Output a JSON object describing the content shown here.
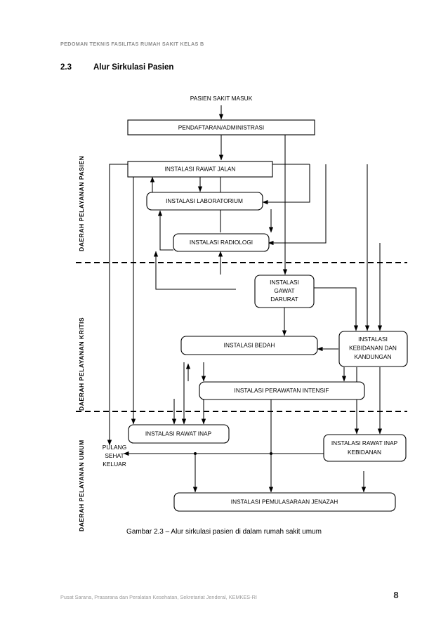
{
  "document": {
    "running_head": "PEDOMAN TEKNIS FASILITAS RUMAH SAKIT KELAS B",
    "footer_note": "Pusat Sarana, Prasarana dan Peralatan Kesehatan, Sekretariat Jenderal, KEMKES-RI",
    "page_number": "8"
  },
  "section": {
    "number": "2.3",
    "title": "Alur Sirkulasi Pasien"
  },
  "figure": {
    "caption": "Gambar 2.3 – Alur sirkulasi pasien di dalam rumah sakit umum",
    "entry_label": "PASIEN SAKIT MASUK",
    "exit_label_line1": "PULANG",
    "exit_label_line2": "SEHAT",
    "exit_label_line3": "KELUAR",
    "bands": [
      {
        "id": "band-pelayanan-pasien",
        "label": "DAERAH PELAYANAN PASIEN"
      },
      {
        "id": "band-pelayanan-kritis",
        "label": "DAERAH PELAYANAN KRITIS"
      },
      {
        "id": "band-pelayanan-umum",
        "label": "DAERAH PELAYANAN UMUM"
      }
    ],
    "nodes": [
      {
        "id": "pendaftaran",
        "lines": [
          "PENDAFTARAN/ADMINISTRASI"
        ]
      },
      {
        "id": "rawat-jalan",
        "lines": [
          "INSTALASI RAWAT JALAN"
        ]
      },
      {
        "id": "laboratorium",
        "lines": [
          "INSTALASI LABORATORIUM"
        ]
      },
      {
        "id": "radiologi",
        "lines": [
          "INSTALASI RADIOLOGI"
        ]
      },
      {
        "id": "gawat-darurat",
        "lines": [
          "INSTALASI",
          "GAWAT",
          "DARURAT"
        ]
      },
      {
        "id": "bedah",
        "lines": [
          "INSTALASI BEDAH"
        ]
      },
      {
        "id": "kebidanan",
        "lines": [
          "INSTALASI",
          "KEBIDANAN DAN",
          "KANDUNGAN"
        ]
      },
      {
        "id": "perawatan-intensif",
        "lines": [
          "INSTALASI PERAWATAN INTENSIF"
        ]
      },
      {
        "id": "rawat-inap",
        "lines": [
          "INSTALASI RAWAT INAP"
        ]
      },
      {
        "id": "rawat-inap-kebidanan",
        "lines": [
          "INSTALASI RAWAT INAP",
          "KEBIDANAN"
        ]
      },
      {
        "id": "pemulasaraan-jenazah",
        "lines": [
          "INSTALASI PEMULASARAAN JENAZAH"
        ]
      }
    ]
  },
  "chart_data": {
    "type": "diagram",
    "title": "Gambar 2.3 – Alur sirkulasi pasien di dalam rumah sakit umum",
    "diagram_kind": "flowchart",
    "swimlanes": [
      "DAERAH PELAYANAN PASIEN",
      "DAERAH PELAYANAN KRITIS",
      "DAERAH PELAYANAN UMUM"
    ],
    "nodes": [
      "PASIEN SAKIT MASUK",
      "PENDAFTARAN/ADMINISTRASI",
      "INSTALASI RAWAT JALAN",
      "INSTALASI LABORATORIUM",
      "INSTALASI RADIOLOGI",
      "INSTALASI GAWAT DARURAT",
      "INSTALASI BEDAH",
      "INSTALASI KEBIDANAN DAN KANDUNGAN",
      "INSTALASI PERAWATAN INTENSIF",
      "INSTALASI RAWAT INAP",
      "INSTALASI RAWAT INAP KEBIDANAN",
      "INSTALASI PEMULASARAAN JENAZAH",
      "PULANG SEHAT KELUAR"
    ],
    "edges": [
      [
        "PASIEN SAKIT MASUK",
        "PENDAFTARAN/ADMINISTRASI"
      ],
      [
        "PENDAFTARAN/ADMINISTRASI",
        "INSTALASI RAWAT JALAN"
      ],
      [
        "PENDAFTARAN/ADMINISTRASI",
        "INSTALASI GAWAT DARURAT"
      ],
      [
        "INSTALASI RAWAT JALAN",
        "INSTALASI LABORATORIUM"
      ],
      [
        "INSTALASI RAWAT JALAN",
        "INSTALASI RADIOLOGI"
      ],
      [
        "INSTALASI RAWAT JALAN",
        "INSTALASI RAWAT INAP"
      ],
      [
        "INSTALASI RAWAT JALAN",
        "PULANG SEHAT KELUAR"
      ],
      [
        "INSTALASI LABORATORIUM",
        "INSTALASI RADIOLOGI"
      ],
      [
        "INSTALASI GAWAT DARURAT",
        "INSTALASI RAWAT JALAN"
      ],
      [
        "INSTALASI GAWAT DARURAT",
        "INSTALASI RADIOLOGI"
      ],
      [
        "INSTALASI GAWAT DARURAT",
        "INSTALASI BEDAH"
      ],
      [
        "INSTALASI GAWAT DARURAT",
        "INSTALASI KEBIDANAN DAN KANDUNGAN"
      ],
      [
        "INSTALASI KEBIDANAN DAN KANDUNGAN",
        "INSTALASI BEDAH"
      ],
      [
        "INSTALASI KEBIDANAN DAN KANDUNGAN",
        "INSTALASI PERAWATAN INTENSIF"
      ],
      [
        "INSTALASI KEBIDANAN DAN KANDUNGAN",
        "INSTALASI RAWAT INAP KEBIDANAN"
      ],
      [
        "INSTALASI BEDAH",
        "INSTALASI PERAWATAN INTENSIF"
      ],
      [
        "INSTALASI PERAWATAN INTENSIF",
        "INSTALASI RAWAT INAP"
      ],
      [
        "INSTALASI PERAWATAN INTENSIF",
        "INSTALASI BEDAH"
      ],
      [
        "INSTALASI PERAWATAN INTENSIF",
        "INSTALASI PEMULASARAAN JENAZAH"
      ],
      [
        "INSTALASI RAWAT INAP",
        "PULANG SEHAT KELUAR"
      ],
      [
        "INSTALASI RAWAT INAP",
        "INSTALASI PEMULASARAAN JENAZAH"
      ],
      [
        "INSTALASI RAWAT INAP KEBIDANAN",
        "PULANG SEHAT KELUAR"
      ],
      [
        "INSTALASI RAWAT INAP KEBIDANAN",
        "INSTALASI PEMULASARAAN JENAZAH"
      ]
    ]
  }
}
